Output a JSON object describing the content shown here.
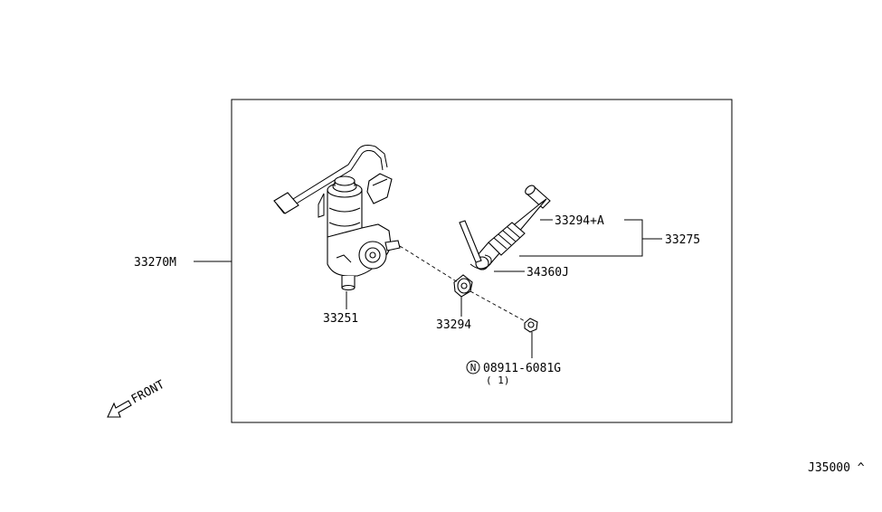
{
  "labels": {
    "assembly": "33270M",
    "actuator": "33251",
    "rod_assembly": "33294+A",
    "rod_set": "33275",
    "clip": "34360J",
    "bushing": "33294",
    "nut_part": "08911-6081G",
    "nut_prefix": "N",
    "nut_qty": "( 1)",
    "front": "FRONT",
    "figure_code": "J35000 ^"
  }
}
